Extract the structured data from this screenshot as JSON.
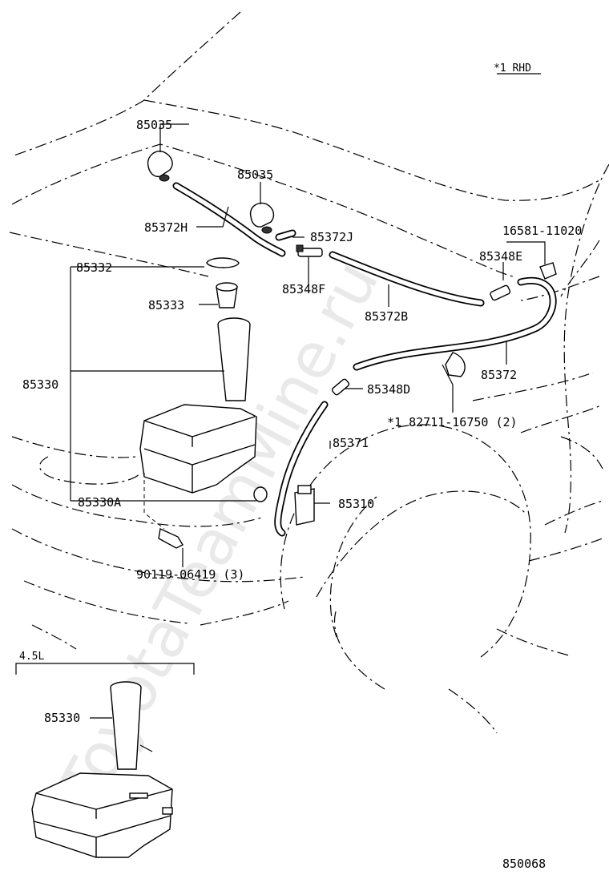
{
  "watermark": "ToyotaTeamMine.ru",
  "note_rhd": "*1 RHD",
  "labels": {
    "p85035_a": "85035",
    "p85035_b": "85035",
    "p85372H": "85372H",
    "p85372J": "85372J",
    "p85332": "85332",
    "p85333": "85333",
    "p85348F": "85348F",
    "p85372B": "85372B",
    "p16581": "16581-11020",
    "p85348E": "85348E",
    "p85330": "85330",
    "p85372": "85372",
    "p85348D": "85348D",
    "p82711": "*1 82711-16750 (2)",
    "p85371": "85371",
    "p85330A": "85330A",
    "p85310": "85310",
    "p90119": "90119-06419 (3)"
  },
  "inset": {
    "title": "4.5L",
    "label": "85330"
  },
  "diagram_number": "850068"
}
